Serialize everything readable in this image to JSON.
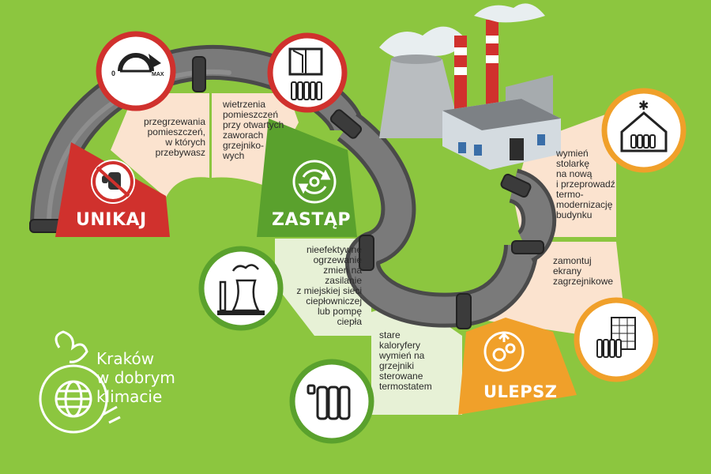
{
  "colors": {
    "background": "#8cc63f",
    "pipe": "#6b6b6b",
    "pipe_dark": "#4a4a4a",
    "red": "#d0312d",
    "green_dark": "#5aa12d",
    "orange": "#f0a02a",
    "peach": "#fbe3cf",
    "pale_green": "#e7f1d6"
  },
  "sections": {
    "unikaj": {
      "title": "UNIKAJ",
      "gauge_min": "0",
      "gauge_max": "MAX",
      "tips": [
        "przegrzewania\npomieszczeń,\nw których\nprzebywasz",
        "wietrzenia\npomieszczeń\nprzy otwartych\nzaworach\ngrzejniko-\nwych"
      ],
      "icons": [
        "thermostat-gauge-icon",
        "open-window-radiator-icon",
        "stop-hand-icon"
      ]
    },
    "zastap": {
      "title": "ZASTĄP",
      "tips": [
        "nieefektywne\nogrzewanie\nzmień na\nzasilanie\nz miejskiej sieci\nciepłowniczej\nlub pompę\nciepła",
        "stare\nkaloryfery\nwymień na\ngrzejniki\nsterowane\ntermostatem"
      ],
      "icons": [
        "replace-cycle-icon",
        "power-plant-icon",
        "thermostat-radiator-icon"
      ]
    },
    "ulepsz": {
      "title": "ULEPSZ",
      "tips": [
        "wymień\nstolarkę\nna nową\ni przeprowadź\ntermo-\nmodernizację\nbudynku",
        "zamontuj\nekrany\nzagrzejnikowe"
      ],
      "icons": [
        "improve-gears-icon",
        "insulated-house-icon",
        "radiator-reflector-icon"
      ]
    }
  },
  "logo": {
    "text": "Kraków\nw dobrym\nklimacie",
    "icons": [
      "globe-plug-icon"
    ]
  },
  "scene": {
    "icons": [
      "factory-icon"
    ]
  }
}
